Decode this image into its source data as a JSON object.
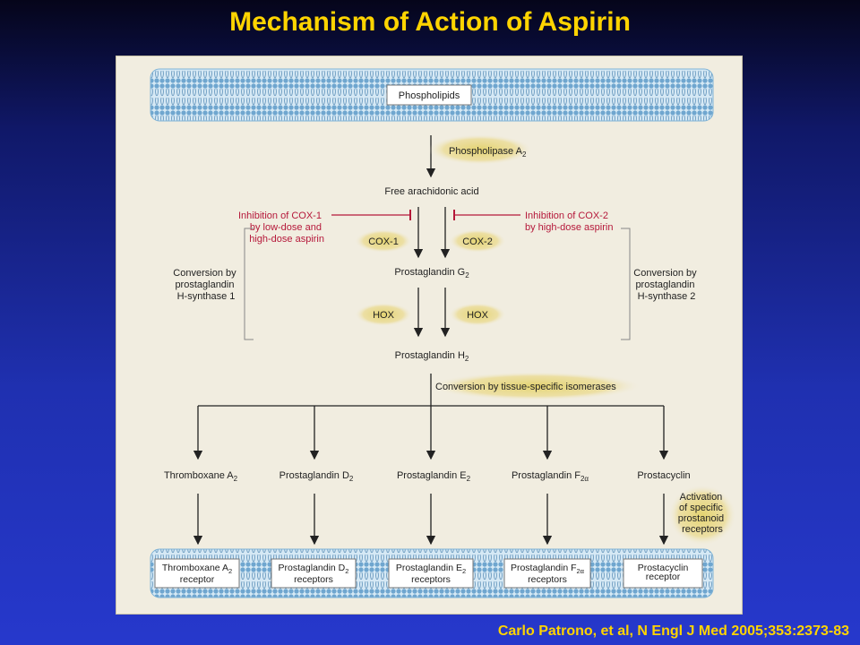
{
  "slide": {
    "title": "Mechanism of Action of Aspirin",
    "citation": "Carlo Patrono, et al, N Engl J Med 2005;353:2373-83"
  },
  "diagram": {
    "phospholipids": "Phospholipids",
    "phospholipase": {
      "text": "Phospholipase A",
      "sub": "2"
    },
    "free_arachidonic_acid": "Free arachidonic acid",
    "inhibition_cox1": [
      "Inhibition of COX-1",
      "by low-dose and",
      "high-dose aspirin"
    ],
    "inhibition_cox2": [
      "Inhibition of COX-2",
      "by high-dose aspirin"
    ],
    "cox1": "COX-1",
    "cox2": "COX-2",
    "conversion_left": [
      "Conversion by",
      "prostaglandin",
      "H-synthase 1"
    ],
    "conversion_right": [
      "Conversion by",
      "prostaglandin",
      "H-synthase 2"
    ],
    "prostaglandin_g2": {
      "text": "Prostaglandin G",
      "sub": "2"
    },
    "hox_left": "HOX",
    "hox_right": "HOX",
    "prostaglandin_h2": {
      "text": "Prostaglandin H",
      "sub": "2"
    },
    "isomerases": "Conversion by tissue-specific isomerases",
    "products": [
      {
        "text": "Thromboxane A",
        "sub": "2"
      },
      {
        "text": "Prostaglandin D",
        "sub": "2"
      },
      {
        "text": "Prostaglandin E",
        "sub": "2"
      },
      {
        "text": "Prostaglandin F",
        "sub": "2α"
      },
      {
        "text": "Prostacyclin",
        "sub": ""
      }
    ],
    "activation": [
      "Activation",
      "of specific",
      "prostanoid",
      "receptors"
    ],
    "receptors": [
      {
        "line1": "Thromboxane A",
        "sub": "2",
        "line2": "receptor"
      },
      {
        "line1": "Prostaglandin D",
        "sub": "2",
        "line2": "receptors"
      },
      {
        "line1": "Prostaglandin E",
        "sub": "2",
        "line2": "receptors"
      },
      {
        "line1": "Prostaglandin F",
        "sub": "2α",
        "line2": "receptors"
      },
      {
        "line1": "Prostacyclin",
        "sub": "",
        "line2": "receptor"
      }
    ],
    "colors": {
      "inhibition": "#b5183a",
      "membrane": "#7fb3d6",
      "highlight": "#e8d880",
      "arrow": "#222222"
    }
  }
}
